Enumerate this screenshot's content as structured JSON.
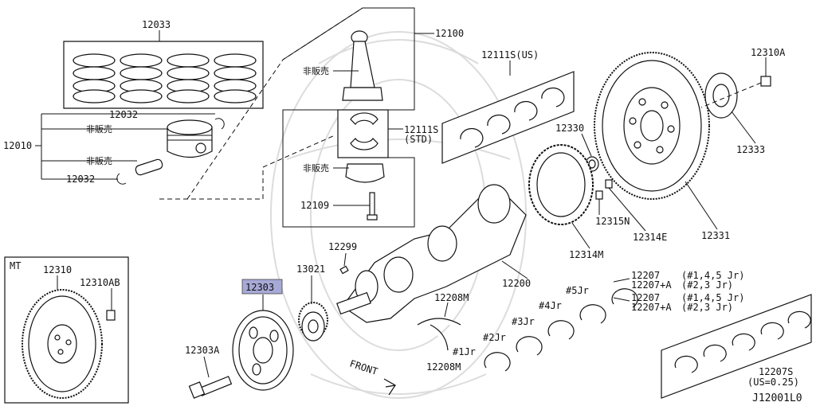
{
  "diagram_code": "J12001L0",
  "highlight_color": "#a7a9d6",
  "watermark": "emblem-watermark",
  "labels": {
    "p12033": "12033",
    "p12032_top": "12032",
    "p12032_bottom": "12032",
    "p12010": "12010",
    "not_sold_piston": "非販売",
    "not_sold_pin": "非販売",
    "not_sold_rod": "非販売",
    "not_sold_cap": "非販売",
    "p12100": "12100",
    "p12111S_US": "12111S(US)",
    "p12111S_STD": "12111S",
    "p12111S_STD_sub": "(STD)",
    "p12109": "12109",
    "p12330": "12330",
    "p12310A": "12310A",
    "p12333": "12333",
    "p12315N": "12315N",
    "p12314E": "12314E",
    "p12331": "12331",
    "p12314M": "12314M",
    "p12299": "12299",
    "p13021": "13021",
    "p12303": "12303",
    "p12303A": "12303A",
    "p12200": "12200",
    "p12208M_top": "12208M",
    "p12208M_bottom": "12208M",
    "mt": "MT",
    "p12310": "12310",
    "p12310AB": "12310AB",
    "p12207_a": "12207",
    "p12207A_a": "12207+A",
    "jr145_a": "(#1,4,5 Jr)",
    "jr23_a": "(#2,3 Jr)",
    "p12207_b": "12207",
    "p12207A_b": "12207+A",
    "jr145_b": "(#1,4,5 Jr)",
    "jr23_b": "(#2,3 Jr)",
    "jr1": "#1Jr",
    "jr2": "#2Jr",
    "jr3": "#3Jr",
    "jr4": "#4Jr",
    "jr5": "#5Jr",
    "p12207S": "12207S",
    "p12207S_sub": "(US=0.25)",
    "front": "FRONT"
  }
}
